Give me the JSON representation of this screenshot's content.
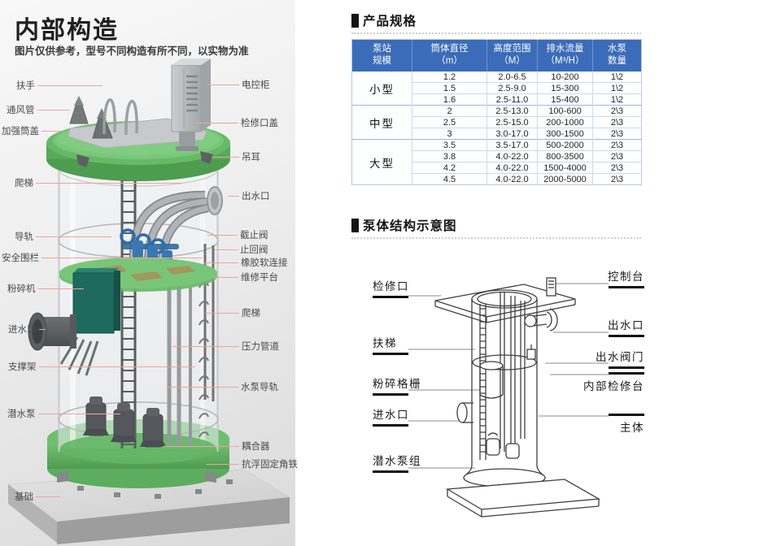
{
  "left_panel": {
    "title": "内部构造",
    "subtitle": "图片仅供参考，型号不同构造有所不同，以实物为准",
    "labels_left": [
      "扶手",
      "通风管",
      "加强筒盖",
      "爬梯",
      "导轨",
      "安全围栏",
      "粉碎机",
      "进水口",
      "支撑架",
      "潜水泵",
      "基础"
    ],
    "labels_right": [
      "电控柜",
      "检修口盖",
      "吊耳",
      "出水口",
      "截止阀",
      "止回阀",
      "橡胶软连接",
      "维修平台",
      "爬梯",
      "压力管道",
      "水泵导轨",
      "耦合器",
      "抗浮固定角铁"
    ]
  },
  "spec_section": {
    "title": "产品规格",
    "table": {
      "headers": [
        [
          "泵站",
          "规模"
        ],
        [
          "筒体直径",
          "（m）"
        ],
        [
          "高度范围",
          "（M）"
        ],
        [
          "排水流量",
          "（M³/H）"
        ],
        [
          "水泵",
          "数量"
        ]
      ],
      "groups": [
        {
          "name": "小型",
          "rows": [
            [
              "1.2",
              "2.0-6.5",
              "10-200",
              "1\\2"
            ],
            [
              "1.5",
              "2.5-9.0",
              "15-300",
              "1\\2"
            ],
            [
              "1.6",
              "2.5-11.0",
              "15-400",
              "1\\2"
            ]
          ]
        },
        {
          "name": "中型",
          "rows": [
            [
              "2",
              "2.5-13.0",
              "100-600",
              "2\\3"
            ],
            [
              "2.5",
              "2.5-15.0",
              "200-1000",
              "2\\3"
            ],
            [
              "3",
              "3.0-17.0",
              "300-1500",
              "2\\3"
            ]
          ]
        },
        {
          "name": "大型",
          "rows": [
            [
              "3.5",
              "3.5-17.0",
              "500-2000",
              "2\\3"
            ],
            [
              "3.8",
              "4.0-22.0",
              "800-3500",
              "2\\3"
            ],
            [
              "4.2",
              "4.0-22.0",
              "1500-4000",
              "2\\3"
            ],
            [
              "4.5",
              "4.0-22.0",
              "2000-5000",
              "2\\3"
            ]
          ]
        }
      ]
    }
  },
  "structure_section": {
    "title": "泵体结构示意图",
    "labels_left": [
      "检修口",
      "扶梯",
      "粉碎格栅",
      "进水口",
      "潜水泵组"
    ],
    "labels_right": [
      "控制台",
      "出水口",
      "出水阀门",
      "内部检修台",
      "主体"
    ]
  },
  "colors": {
    "table_header_bg": "#3b6cb9",
    "leader_line": "#efa49a",
    "accent_green": "#62b662"
  }
}
